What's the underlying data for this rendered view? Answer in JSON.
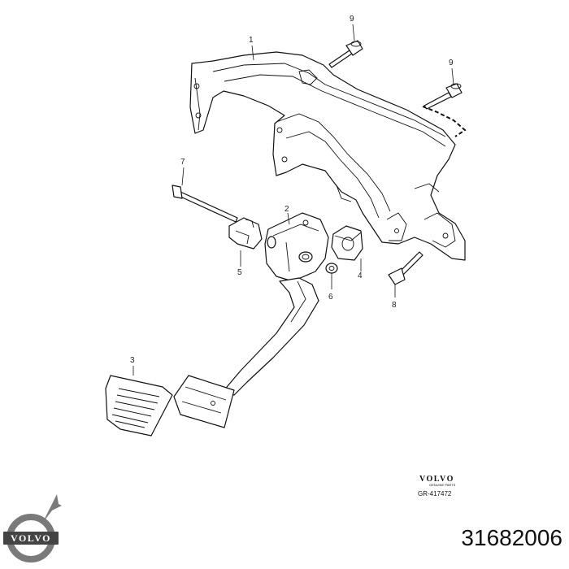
{
  "diagram": {
    "callouts": [
      "1",
      "2",
      "3",
      "4",
      "5",
      "6",
      "7",
      "8",
      "9",
      "9"
    ],
    "brand": {
      "wordmark": "VOLVO",
      "subtitle": "GENUINE PARTS",
      "reference": "GR-417472"
    },
    "part_number": "31682006",
    "logo": {
      "text": "VOLVO",
      "ring_color": "#7a7a7a",
      "band_color": "#444444"
    }
  }
}
